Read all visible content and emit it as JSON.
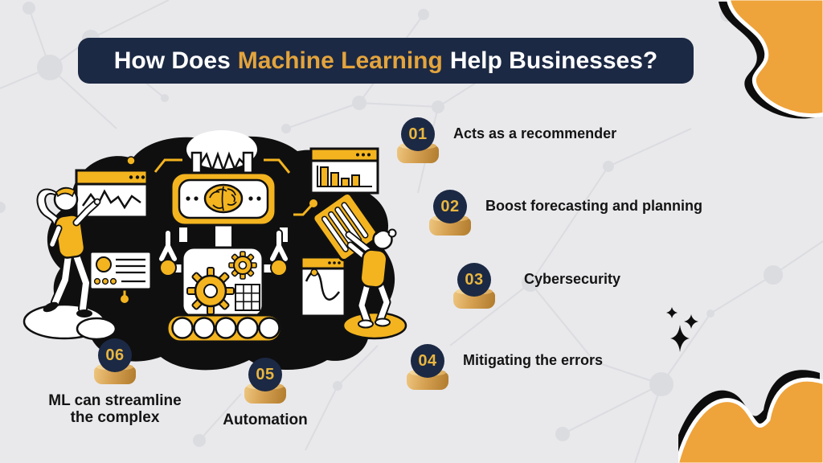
{
  "title": {
    "prefix": "How Does",
    "highlight": "Machine Learning",
    "suffix": "Help Businesses?"
  },
  "benefits": [
    {
      "number": "01",
      "label": "Acts as a recommender"
    },
    {
      "number": "02",
      "label": "Boost forecasting and planning"
    },
    {
      "number": "03",
      "label": "Cybersecurity"
    },
    {
      "number": "04",
      "label": "Mitigating the errors"
    },
    {
      "number": "05",
      "label": "Automation"
    },
    {
      "number": "06",
      "label": "ML can streamline the complex"
    }
  ],
  "colors": {
    "background": "#e9e9ec",
    "banner_navy": "#1c2944",
    "accent_gold": "#e3a43d",
    "badge_number_gold": "#e8b640",
    "illustration_yellow": "#f3b41f",
    "pedestal_gold": "#d5a051",
    "corner_orange": "#efa33b",
    "ink_black": "#101010",
    "network_gray": "#dbdce0"
  },
  "illustration": {
    "icons": [
      "brain-icon",
      "gear-icon",
      "line-chart-window",
      "bar-chart-window",
      "sine-wave-window",
      "data-card",
      "solar-panel",
      "robot-claw",
      "conveyor-wheels",
      "antenna-resistor",
      "woman-pointing",
      "person-holding-panel",
      "sparkle-stars",
      "network-nodes",
      "corner-wave-blobs"
    ]
  }
}
